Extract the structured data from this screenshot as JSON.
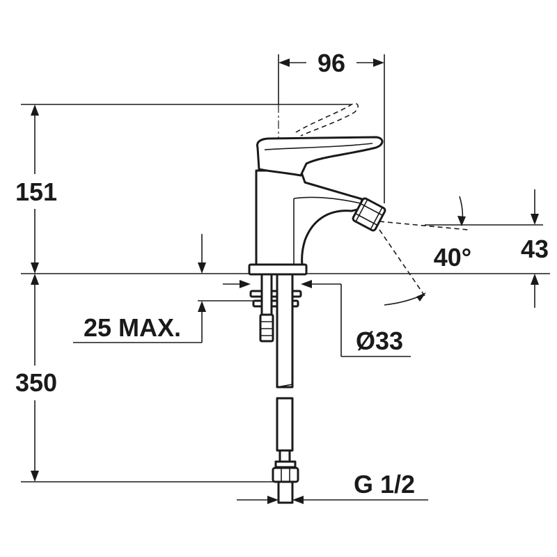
{
  "diagram": {
    "ink_color": "#1a1a1a",
    "background_color": "#ffffff",
    "dimensions": {
      "width_top": "96",
      "height_tap": "151",
      "depth_tail": "350",
      "angle": "40°",
      "spout_height": "43",
      "max_thickness": "25 MAX.",
      "hole_diameter": "Ø33",
      "thread": "G 1/2"
    }
  }
}
